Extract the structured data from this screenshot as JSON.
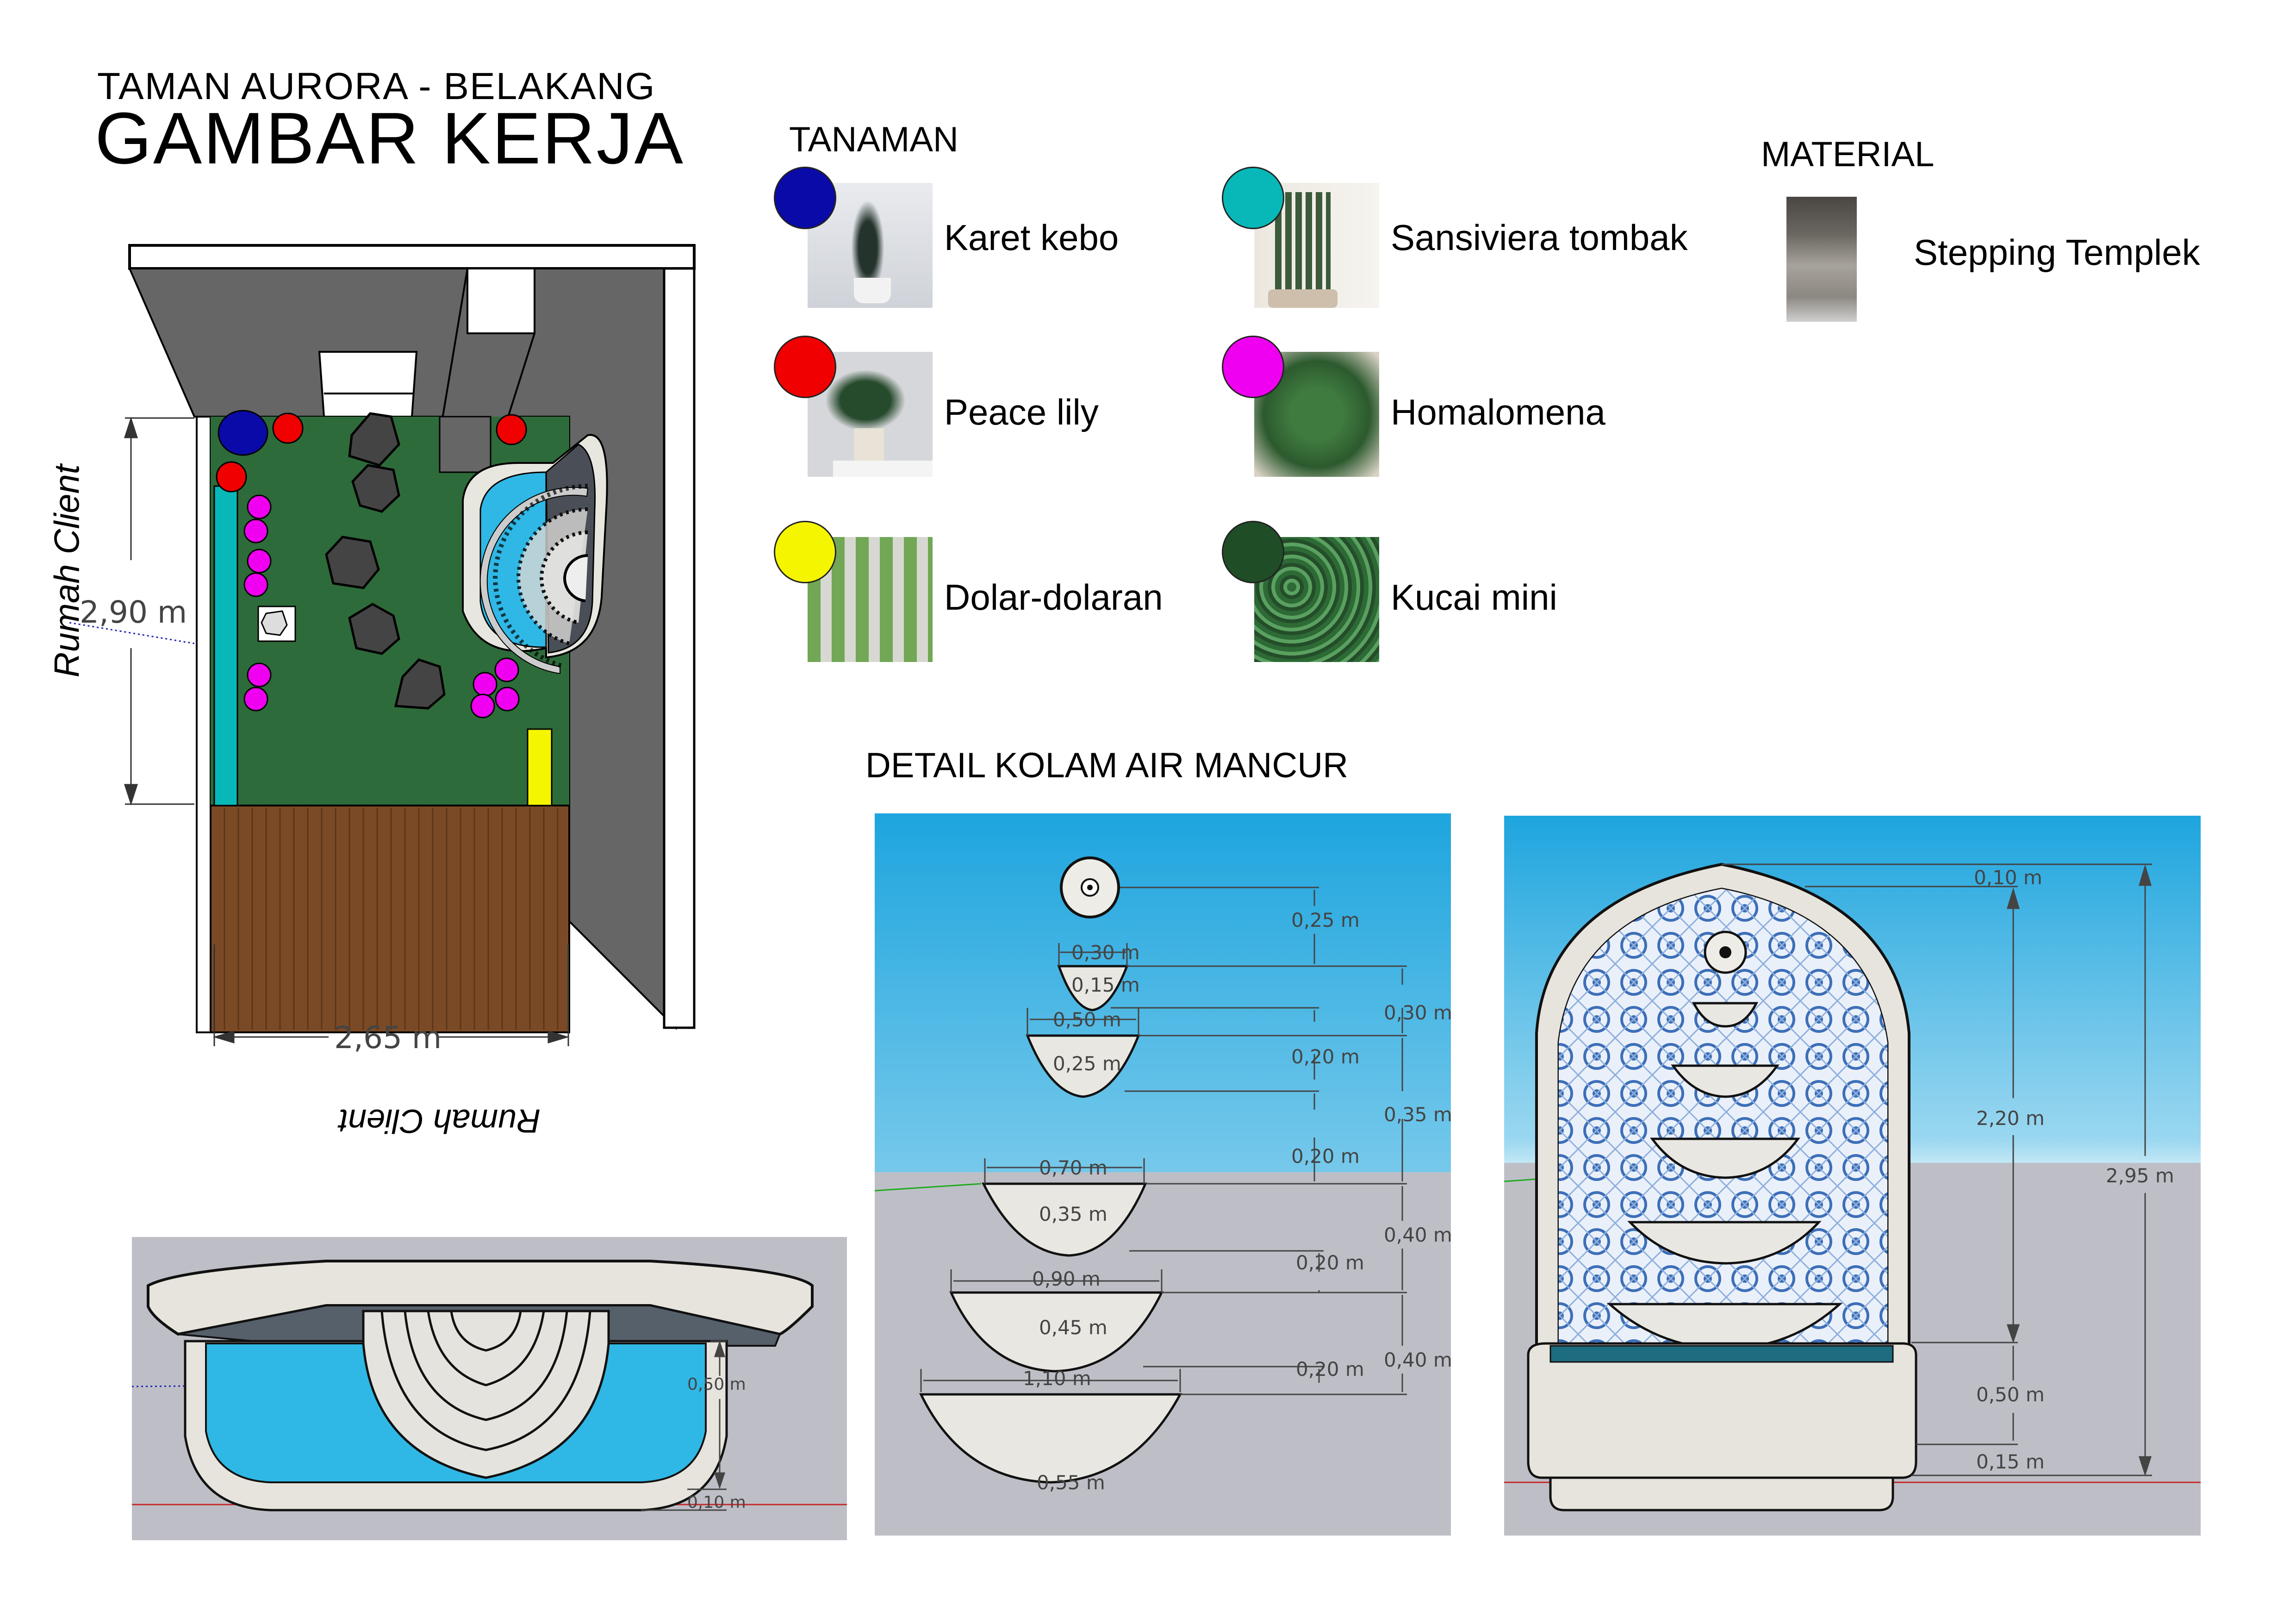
{
  "header": {
    "subtitle": "TAMAN AURORA - BELAKANG",
    "title": "GAMBAR KERJA"
  },
  "plan": {
    "width_label": "2,65 m",
    "depth_label": "2,90 m",
    "side_label": "Rumah Client",
    "bottom_label": "Rumah Client"
  },
  "plants": {
    "heading": "TANAMAN",
    "items": [
      {
        "name": "Karet kebo",
        "color": "#0a0aa8"
      },
      {
        "name": "Sansiviera tombak",
        "color": "#08b8b8"
      },
      {
        "name": "Peace lily",
        "color": "#f00000"
      },
      {
        "name": "Homalomena",
        "color": "#f000f0"
      },
      {
        "name": "Dolar-dolaran",
        "color": "#f5f500"
      },
      {
        "name": "Kucai mini",
        "color": "#1f4d26"
      }
    ]
  },
  "material": {
    "heading": "MATERIAL",
    "items": [
      {
        "name": "Stepping Templek"
      }
    ]
  },
  "detail": {
    "heading": "DETAIL KOLAM AIR MANCUR",
    "tiers": {
      "spacing_top": "0,25 m",
      "bowl1_width": "0,30 m",
      "bowl1_height": "0,15 m",
      "gap1": "0,20 m",
      "span1": "0,30 m",
      "bowl2_width": "0,50 m",
      "bowl2_height": "0,25 m",
      "gap2": "0,20 m",
      "span2": "0,35 m",
      "bowl3_width": "0,70 m",
      "bowl3_height": "0,35 m",
      "gap3": "0,20 m",
      "span3": "0,40 m",
      "bowl4_width": "0,90 m",
      "bowl4_height": "0,45 m",
      "gap4": "0,20 m",
      "span4": "0,40 m",
      "bowl5_width": "1,10 m",
      "bowl5_height": "0,55 m"
    },
    "elevation": {
      "top_cap": "0,10 m",
      "wall_height": "2,20 m",
      "total_height": "2,95 m",
      "basin_height": "0,50 m",
      "plinth": "0,15 m"
    },
    "pool_side": {
      "basin_height": "0,50 m",
      "base": "0,10 m"
    }
  },
  "colors": {
    "wall": "#666666",
    "grass": "#2e6b3a",
    "deck": "#7a4a26",
    "water": "#2fb8e6",
    "sky_top": "#1ea5de",
    "sky_bottom": "#bfe6f5",
    "ground": "#bebfc6"
  }
}
